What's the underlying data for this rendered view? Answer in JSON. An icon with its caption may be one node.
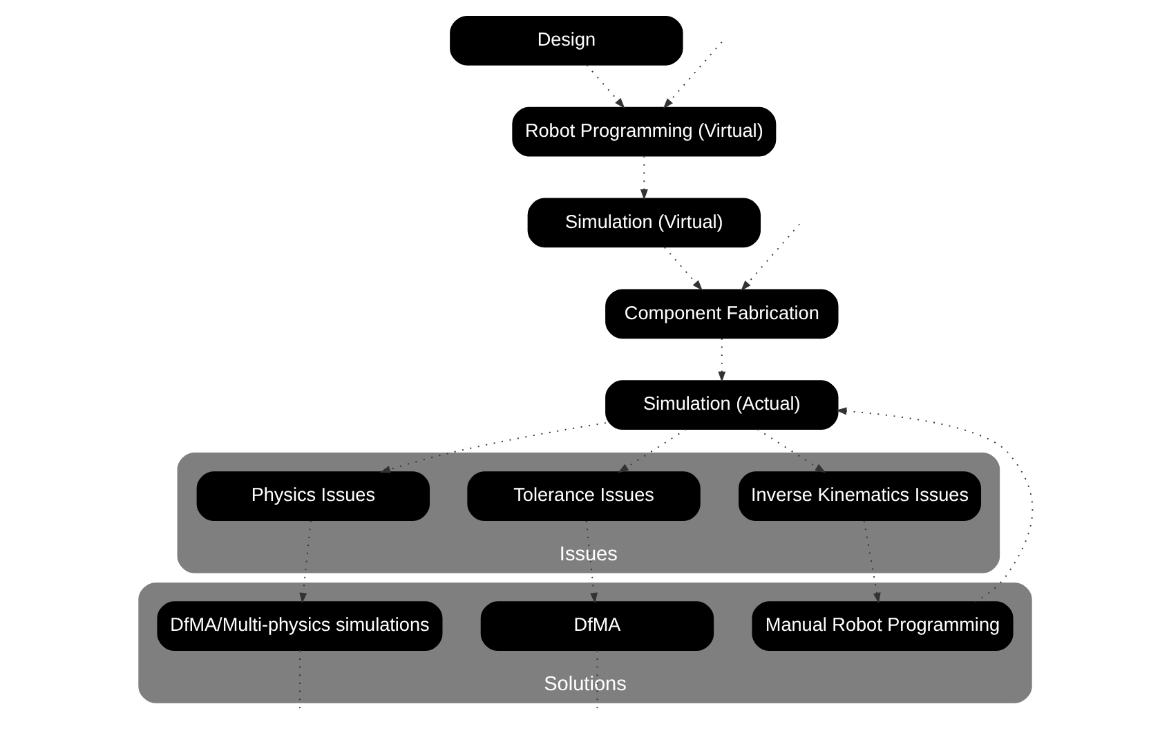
{
  "diagram": {
    "nodes": [
      {
        "text": [
          "Design"
        ]
      },
      {
        "text": [
          "Robot Programming (Virtual)"
        ]
      },
      {
        "text": [
          "Simulation (Virtual)"
        ]
      },
      {
        "text": [
          "Component Fabrication"
        ]
      },
      {
        "text": [
          "Simulation (Actual)"
        ]
      },
      {
        "text": [
          "Issues"
        ]
      },
      {
        "text": [
          "Tolerance Issues"
        ],
        "in": 5
      },
      {
        "text": [
          "Physics Issues"
        ],
        "in": 5
      },
      {
        "text": [
          "Inverse Kinematics Issues"
        ],
        "in": 5
      },
      {
        "text": [
          "Solutions"
        ]
      },
      {
        "text": [
          "DfMA"
        ],
        "in": 9
      },
      {
        "text": [
          "DfMA/Multi-physics simulations"
        ],
        "in": 9
      },
      {
        "text": [
          "Manual Robot Programming"
        ],
        "in": 9
      }
    ],
    "edges": [
      {
        "from": 0,
        "to": 1,
        "arrow": "to"
      },
      {
        "from": 1,
        "to": 2,
        "arrow": "to"
      },
      {
        "from": 2,
        "to": 3,
        "arrow": "to"
      },
      {
        "from": 3,
        "to": 4,
        "arrow": "to"
      },
      {
        "from": 4,
        "to": 6,
        "arrow": "to"
      },
      {
        "from": 4,
        "to": 7,
        "arrow": "to"
      },
      {
        "from": 4,
        "to": 8,
        "arrow": "to"
      },
      {
        "from": 6,
        "to": 10,
        "arrow": "to"
      },
      {
        "from": 7,
        "to": 11,
        "arrow": "to"
      },
      {
        "from": 8,
        "to": 12,
        "arrow": "to"
      },
      {
        "from": 12,
        "to": 4,
        "arrow": "to"
      },
      {
        "from": 10,
        "to": null,
        "arrow": "none"
      },
      {
        "from": 11,
        "to": null,
        "arrow": "none"
      },
      {
        "from": null,
        "to": 1,
        "arrow": "to"
      },
      {
        "from": null,
        "to": 3,
        "arrow": "to"
      }
    ]
  }
}
